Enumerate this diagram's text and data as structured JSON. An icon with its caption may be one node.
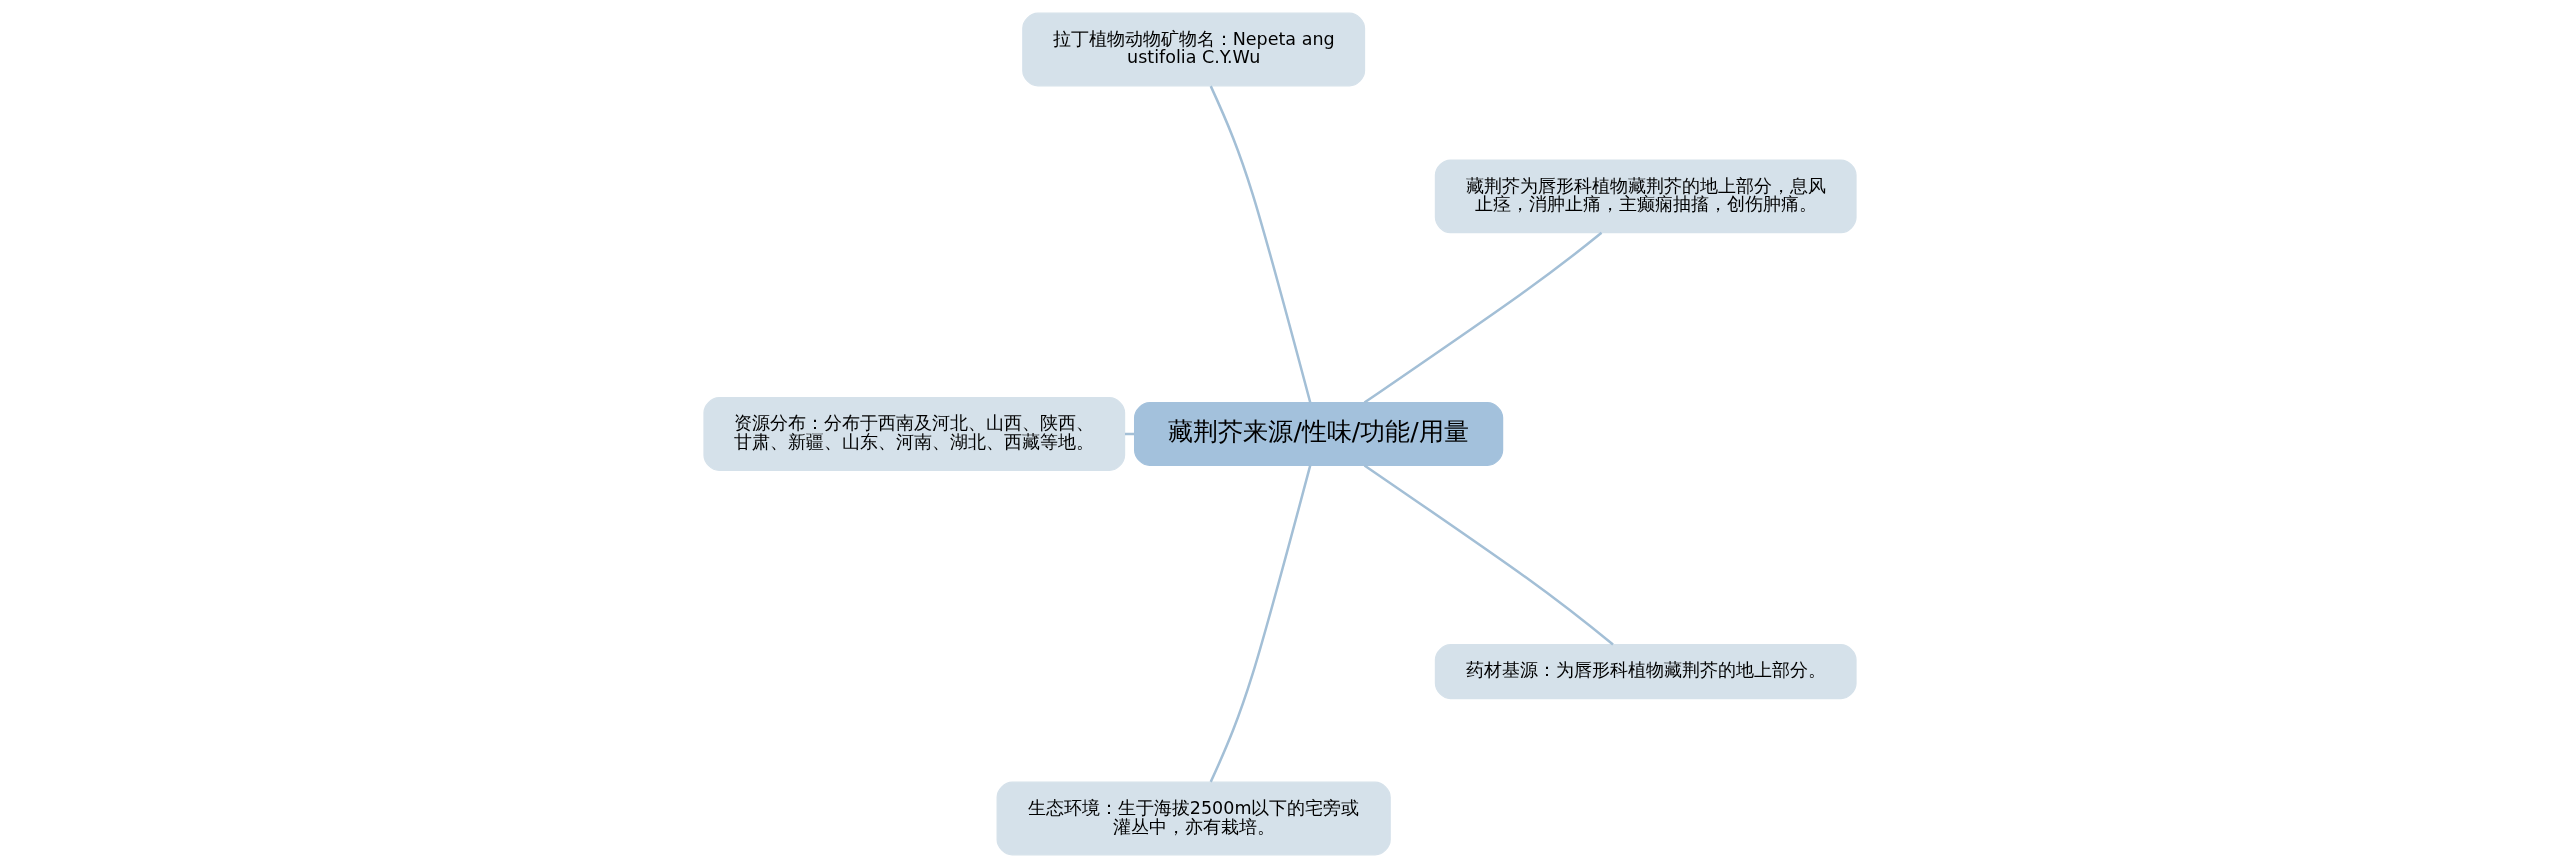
{
  "diagram": {
    "nodes": [
      {
        "text": [
          "藏荆芥来源/性味/功能/用量"
        ]
      },
      {
        "text": [
          "藏荆芥为唇形科植物藏荆芥的地上部分，息风止痉，消肿止痛，主癫痫抽搐，创伤肿痛。"
        ]
      },
      {
        "text": [
          "拉丁植物动物矿物名：Nepeta angustifolia C.Y.Wu"
        ]
      },
      {
        "text": [
          "资源分布：分布于西南及河北、山西、陕西、甘肃、新疆、山东、河南、湖北、西藏等地。"
        ]
      },
      {
        "text": [
          "生态环境：生于海拔2500m以下的宅旁或灌丛中，亦有栽培。"
        ]
      },
      {
        "text": [
          "药材基源：为唇形科植物藏荆芥的地上部分。"
        ]
      }
    ],
    "edges": [
      {
        "from": 0,
        "to": 1,
        "arrow": "none"
      },
      {
        "from": 0,
        "to": 2,
        "arrow": "none"
      },
      {
        "from": 0,
        "to": 3,
        "arrow": "none"
      },
      {
        "from": 0,
        "to": 4,
        "arrow": "none"
      },
      {
        "from": 0,
        "to": 5,
        "arrow": "none"
      }
    ]
  }
}
